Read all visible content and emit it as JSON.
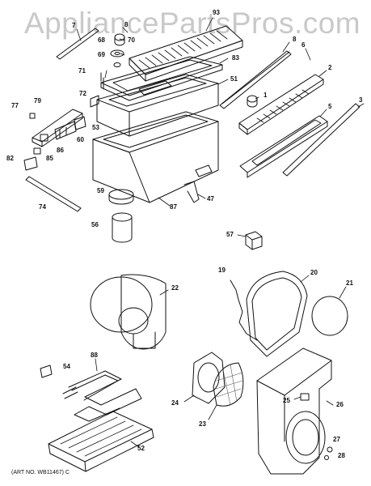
{
  "watermark": "AppliancePartsPros.com",
  "art_number": "(ART NO. WB11467) C",
  "callouts": {
    "c93": "93",
    "c7": "7",
    "c8a": "8",
    "c68": "68",
    "c70": "70",
    "c69": "69",
    "c71": "71",
    "c83": "83",
    "c51": "51",
    "c8b": "8",
    "c6": "6",
    "c2": "2",
    "c1": "1",
    "c3": "3",
    "c5": "5",
    "c72": "72",
    "c77": "77",
    "c79": "79",
    "c53": "53",
    "c86": "86",
    "c60": "60",
    "c82": "82",
    "c85": "85",
    "c74": "74",
    "c59": "59",
    "c56": "56",
    "c47": "47",
    "c87": "87",
    "c57": "57",
    "c22": "22",
    "c19": "19",
    "c20": "20",
    "c21": "21",
    "c54": "54",
    "c88": "88",
    "c24": "24",
    "c23": "23",
    "c25": "25",
    "c26": "26",
    "c27": "27",
    "c28": "28",
    "c52": "52"
  }
}
